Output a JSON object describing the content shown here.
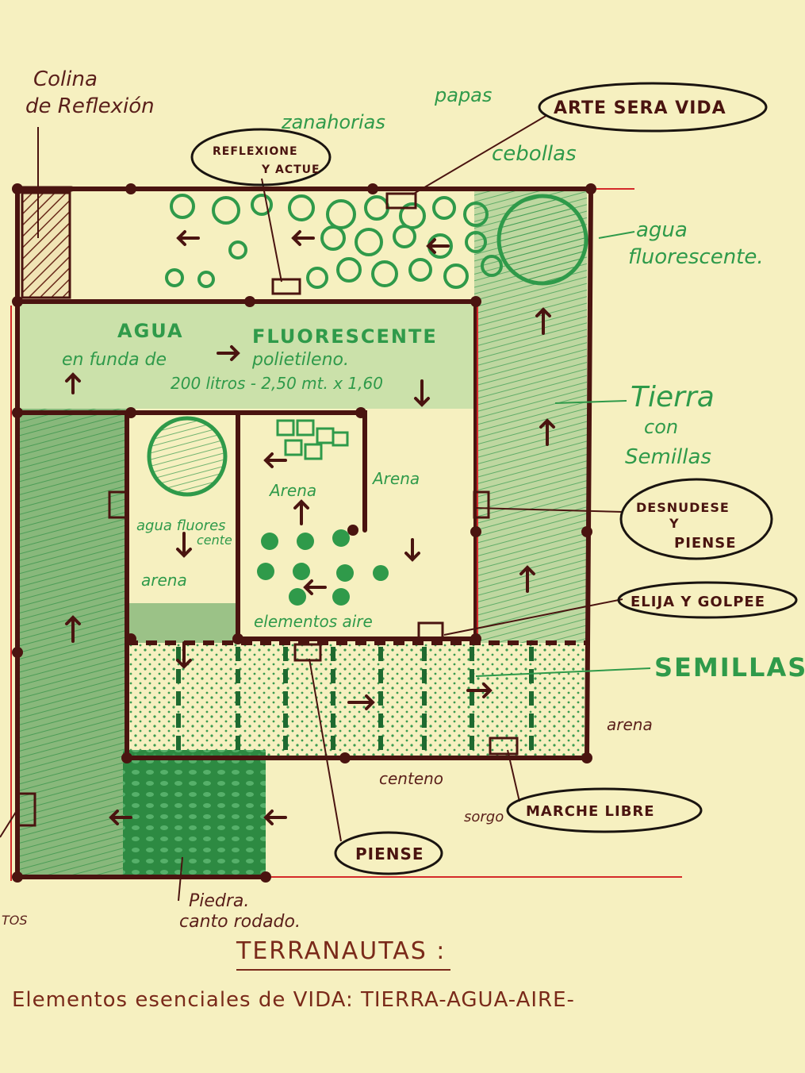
{
  "colors": {
    "paper": "#f6f0c0",
    "ink_brown": "#4a1410",
    "ink_green": "#2f9a4a",
    "ink_red": "#d42a2a"
  },
  "labels": {
    "colina_1": "Colina",
    "colina_2": "de Reflexión",
    "zanahorias": "zanahorias",
    "papas": "papas",
    "cebollas": "cebollas",
    "arte_sera_vida": "ARTE SERA VIDA",
    "reflexione_1": "REFLEXIONE",
    "reflexione_2": "Y ACTUE",
    "agua_flu_1": "agua",
    "agua_flu_2": "fluorescente.",
    "agua_big": "AGUA",
    "fluorescente_big": "FLUORESCENTE",
    "funda": "en funda de",
    "polietileno": "polietileno.",
    "litros": "200 litros - 2,50 mt. x 1,60",
    "tierra": "Tierra",
    "con": "con",
    "semillas_small": "Semillas",
    "arena_inner_1": "Arena",
    "arena_inner_2": "Arena",
    "agua_inner_1": "agua fluores",
    "agua_inner_2": "cente",
    "arena_left": "arena",
    "elementos_aire": "elementos aire",
    "desnudese_1": "DESNUDESE",
    "desnudese_2": "Y",
    "desnudese_3": "PIENSE",
    "elija": "ELIJA Y GOLPEE",
    "semillas_big": "SEMILLAS",
    "arena_right": "arena",
    "centeno": "centeno",
    "sorgo": "sorgo",
    "marche_libre": "MARCHE LIBRE",
    "piense": "PIENSE",
    "piedra_1": "Piedra.",
    "piedra_2": "canto rodado.",
    "tos": "TOS",
    "title": "TERRANAUTAS :",
    "subtitle": "Elementos esenciales de VIDA: TIERRA-AGUA-AIRE-"
  }
}
